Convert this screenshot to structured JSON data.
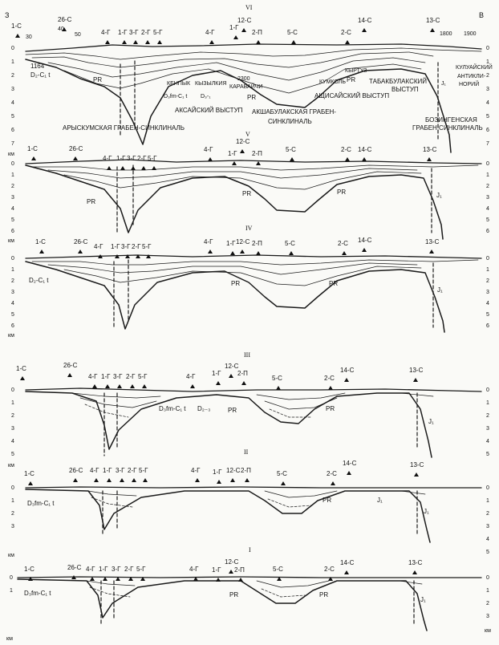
{
  "corner_left": "З",
  "corner_right": "В",
  "km_label": "км",
  "depth_ticks": [
    "0",
    "1",
    "2",
    "3",
    "4",
    "5",
    "6",
    "7"
  ],
  "sections": [
    {
      "roman": "VI",
      "wells": [
        {
          "label": "1-С"
        },
        {
          "label": "26-С"
        },
        {
          "label": "4-Г"
        },
        {
          "label": "1-Г"
        },
        {
          "label": "3-Г"
        },
        {
          "label": "2-Г"
        },
        {
          "label": "5-Г"
        },
        {
          "label": "4-Г"
        },
        {
          "label": "1-Г"
        },
        {
          "label": "12-С"
        },
        {
          "label": "2-П"
        },
        {
          "label": "5-С"
        },
        {
          "label": "2-С"
        },
        {
          "label": "14-С"
        },
        {
          "label": "13-С"
        }
      ],
      "distance_labels": [
        "30",
        "40",
        "50",
        "1800",
        "1900"
      ],
      "labels": [
        {
          "text": "1164"
        },
        {
          "text": "D₂-C₁ t"
        },
        {
          "text": "PR"
        },
        {
          "text": "КЕНПЫК"
        },
        {
          "text": "КЫЗЫЛКИЯ"
        },
        {
          "text": "2300"
        },
        {
          "text": "КАРАВАЙЧИ"
        },
        {
          "text": "D₃fm-C₁ t"
        },
        {
          "text": "D₃-₁"
        },
        {
          "text": "PR"
        },
        {
          "text": "КУМКОЛЬ"
        },
        {
          "text": "PR"
        },
        {
          "text": "КЫРТУЗ"
        },
        {
          "text": "ТАБАКБУЛАКСКИЙ"
        },
        {
          "text": "ВЫСТУП"
        },
        {
          "text": "АЩИСАЙСКИЙ ВЫСТУП"
        },
        {
          "text": "АКСАЙСКИЙ ВЫСТУП"
        },
        {
          "text": "АКШАБУЛАКСКАЯ ГРАБЕН-"
        },
        {
          "text": "СИНКЛИНАЛЬ"
        },
        {
          "text": "АРЫСКУМСКАЯ ГРАБЕН-СИНКЛИНАЛЬ"
        },
        {
          "text": "БОЗИНГЕНСКАЯ"
        },
        {
          "text": "ГРАБЕН СИНКЛИНАЛЬ"
        },
        {
          "text": "КУЛУАЙСКИЙ"
        },
        {
          "text": "АНТИКЛИ-"
        },
        {
          "text": "НОРИЙ"
        },
        {
          "text": "J₁"
        }
      ]
    },
    {
      "roman": "V",
      "wells": [
        {
          "label": "1-С"
        },
        {
          "label": "26-С"
        },
        {
          "label": "4-Г"
        },
        {
          "label": "1-Г"
        },
        {
          "label": "3-Г"
        },
        {
          "label": "2-Г"
        },
        {
          "label": "5-Г"
        },
        {
          "label": "4-Г"
        },
        {
          "label": "1-Г"
        },
        {
          "label": "12-С"
        },
        {
          "label": "2-П"
        },
        {
          "label": "5-С"
        },
        {
          "label": "2-С"
        },
        {
          "label": "14-С"
        },
        {
          "label": "13-С"
        }
      ],
      "labels": [
        {
          "text": "PR"
        },
        {
          "text": "PR"
        },
        {
          "text": "PR"
        },
        {
          "text": "J₁"
        }
      ]
    },
    {
      "roman": "IV",
      "wells": [
        {
          "label": "1-С"
        },
        {
          "label": "26-С"
        },
        {
          "label": "4-Г"
        },
        {
          "label": "1-Г"
        },
        {
          "label": "3-Г"
        },
        {
          "label": "2-Г"
        },
        {
          "label": "5-Г"
        },
        {
          "label": "4-Г"
        },
        {
          "label": "1-Г"
        },
        {
          "label": "12-С"
        },
        {
          "label": "2-П"
        },
        {
          "label": "5-С"
        },
        {
          "label": "2-С"
        },
        {
          "label": "14-С"
        },
        {
          "label": "13-С"
        }
      ],
      "labels": [
        {
          "text": "D₂-C₁ t"
        },
        {
          "text": "PR"
        },
        {
          "text": "PR"
        },
        {
          "text": "J₁"
        }
      ]
    },
    {
      "roman": "III",
      "wells": [
        {
          "label": "1-С"
        },
        {
          "label": "26-С"
        },
        {
          "label": "4-Г"
        },
        {
          "label": "1-Г"
        },
        {
          "label": "3-Г"
        },
        {
          "label": "2-Г"
        },
        {
          "label": "5-Г"
        },
        {
          "label": "4-Г"
        },
        {
          "label": "1-Г"
        },
        {
          "label": "12-С"
        },
        {
          "label": "2-П"
        },
        {
          "label": "5-С"
        },
        {
          "label": "2-С"
        },
        {
          "label": "14-С"
        },
        {
          "label": "13-С"
        }
      ],
      "labels": [
        {
          "text": "D₃fm-C₁ t"
        },
        {
          "text": "D₂₋₃"
        },
        {
          "text": "PR"
        },
        {
          "text": "PR"
        },
        {
          "text": "J₁"
        }
      ]
    },
    {
      "roman": "II",
      "wells": [
        {
          "label": "1-С"
        },
        {
          "label": "26-С"
        },
        {
          "label": "4-Г"
        },
        {
          "label": "1-Г"
        },
        {
          "label": "3-Г"
        },
        {
          "label": "2-Г"
        },
        {
          "label": "5-Г"
        },
        {
          "label": "4-Г"
        },
        {
          "label": "1-Г"
        },
        {
          "label": "12-С"
        },
        {
          "label": "2-П"
        },
        {
          "label": "5-С"
        },
        {
          "label": "2-С"
        },
        {
          "label": "14-С"
        },
        {
          "label": "13-С"
        }
      ],
      "labels": [
        {
          "text": "D₃fm-C₁ t"
        },
        {
          "text": "PR"
        },
        {
          "text": "J₁"
        },
        {
          "text": "J₁"
        }
      ]
    },
    {
      "roman": "I",
      "wells": [
        {
          "label": "1-С"
        },
        {
          "label": "26-С"
        },
        {
          "label": "4-Г"
        },
        {
          "label": "1-Г"
        },
        {
          "label": "3-Г"
        },
        {
          "label": "2-Г"
        },
        {
          "label": "5-Г"
        },
        {
          "label": "4-Г"
        },
        {
          "label": "1-Г"
        },
        {
          "label": "12-С"
        },
        {
          "label": "2-П"
        },
        {
          "label": "5-С"
        },
        {
          "label": "2-С"
        },
        {
          "label": "14-С"
        },
        {
          "label": "13-С"
        }
      ],
      "labels": [
        {
          "text": "D₃fm-C₁ t"
        },
        {
          "text": "PR"
        },
        {
          "text": "PR"
        },
        {
          "text": "J₁"
        }
      ]
    }
  ]
}
